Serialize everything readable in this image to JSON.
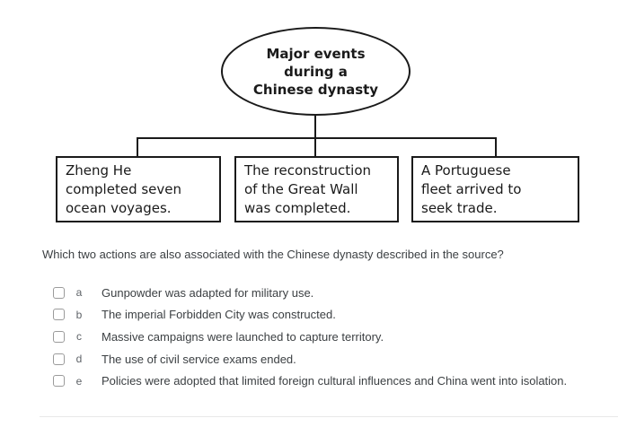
{
  "diagram": {
    "ellipse": {
      "lines": [
        "Major events",
        "during a",
        "Chinese dynasty"
      ]
    },
    "boxes": [
      {
        "lines": [
          "Zheng He",
          "completed seven",
          "ocean voyages."
        ]
      },
      {
        "lines": [
          "The reconstruction",
          "of the Great Wall",
          "was completed."
        ]
      },
      {
        "lines": [
          "A Portuguese",
          "fleet arrived to",
          "seek trade."
        ]
      }
    ]
  },
  "question": "Which two actions are also associated with the Chinese dynasty described in the source?",
  "options": [
    {
      "letter": "a",
      "text": "Gunpowder was adapted for military use.",
      "checked": false
    },
    {
      "letter": "b",
      "text": "The imperial Forbidden City was constructed.",
      "checked": false
    },
    {
      "letter": "c",
      "text": "Massive campaigns were launched to capture territory.",
      "checked": false
    },
    {
      "letter": "d",
      "text": "The use of civil service exams ended.",
      "checked": false
    },
    {
      "letter": "e",
      "text": "Policies were adopted that limited foreign cultural influences and China went into isolation.",
      "checked": false
    }
  ],
  "colors": {
    "diagram_ink": "#1a1a1a",
    "text": "#3c4043",
    "option_letter": "#5f6368",
    "checkbox_border": "#9b9b9b",
    "divider": "#e8e8e8",
    "background": "#ffffff"
  }
}
